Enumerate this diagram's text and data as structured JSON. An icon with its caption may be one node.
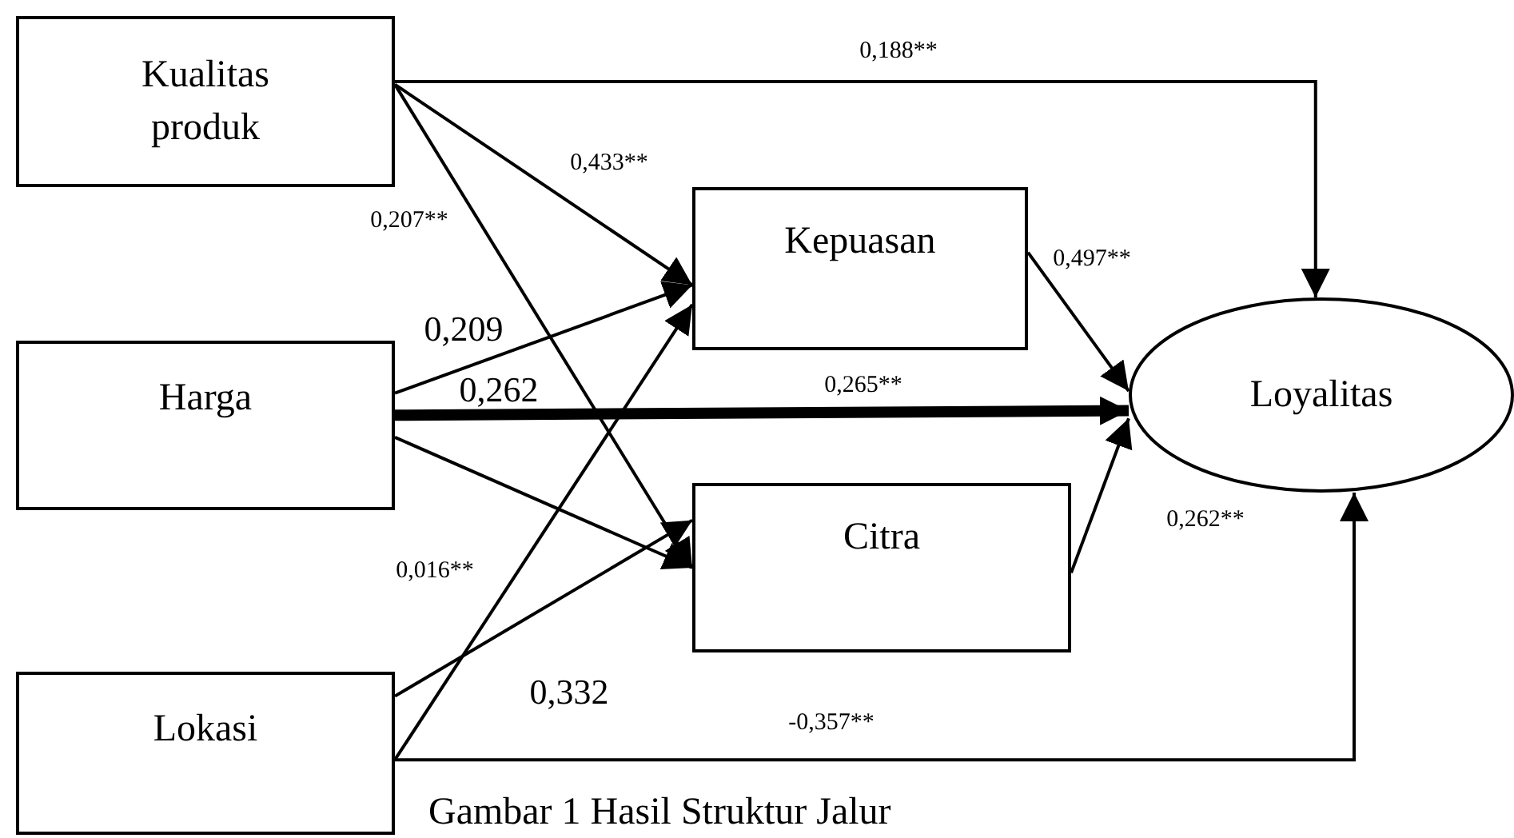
{
  "diagram": {
    "caption": "Gambar 1 Hasil Struktur Jalur",
    "nodes": [
      {
        "text": [
          "Kualitas produk"
        ]
      },
      {
        "text": [
          "Kepuasan"
        ]
      },
      {
        "text": [
          "Harga"
        ]
      },
      {
        "text": [
          "Loyalitas"
        ]
      },
      {
        "text": [
          "Citra"
        ]
      },
      {
        "text": [
          "Lokasi"
        ]
      }
    ],
    "edges": [
      {
        "from": 0,
        "to": 3,
        "arrow": "to",
        "label": "0,188**"
      },
      {
        "from": 0,
        "to": 1,
        "arrow": "to",
        "label": "0,433**"
      },
      {
        "from": 0,
        "to": 4,
        "arrow": "to",
        "label": "0,207**"
      },
      {
        "from": 2,
        "to": 1,
        "arrow": "to",
        "label": "0,209"
      },
      {
        "from": 2,
        "to": 3,
        "arrow": "to",
        "label": "0,265**",
        "style": "thick"
      },
      {
        "from": 2,
        "to": 4,
        "arrow": "to"
      },
      {
        "from": 1,
        "to": 3,
        "arrow": "to",
        "label": "0,497**"
      },
      {
        "from": 4,
        "to": 3,
        "arrow": "to",
        "label": "0,262**"
      },
      {
        "from": 5,
        "to": 4,
        "arrow": "to",
        "label": "0,332"
      },
      {
        "from": 5,
        "to": 1,
        "arrow": "to",
        "label": "0,016**"
      },
      {
        "from": 5,
        "to": 3,
        "arrow": "to",
        "label": "-0,357**"
      }
    ],
    "labels": [
      "0,262"
    ]
  }
}
